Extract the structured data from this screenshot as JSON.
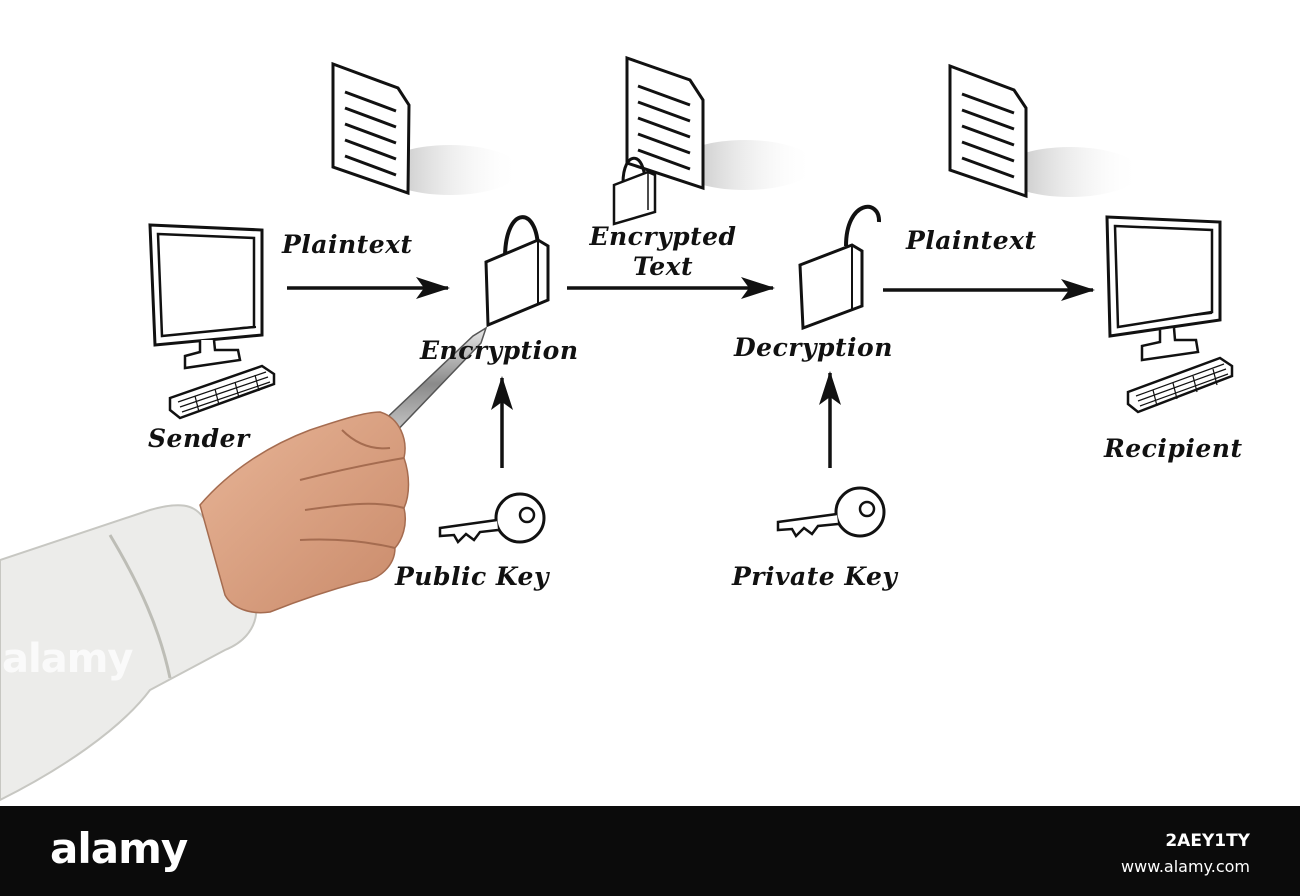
{
  "diagram": {
    "labels": {
      "plaintext_left": "Plaintext",
      "encrypted_text": "Encrypted\nText",
      "plaintext_right": "Plaintext",
      "encryption": "Encryption",
      "decryption": "Decryption",
      "sender": "Sender",
      "recipient": "Recipient",
      "public_key": "Public Key",
      "private_key": "Private Key"
    },
    "icons": [
      "sender-computer-icon",
      "recipient-computer-icon",
      "document-icon",
      "locked-padlock-icon",
      "unlocked-padlock-icon",
      "key-icon",
      "arrow-icon",
      "hand-with-pen"
    ]
  },
  "watermark": {
    "text": "alamy"
  },
  "footer": {
    "brand": "alamy",
    "image_id": "2AEY1TY",
    "site": "www.alamy.com",
    "background": "#0b0b0b"
  }
}
